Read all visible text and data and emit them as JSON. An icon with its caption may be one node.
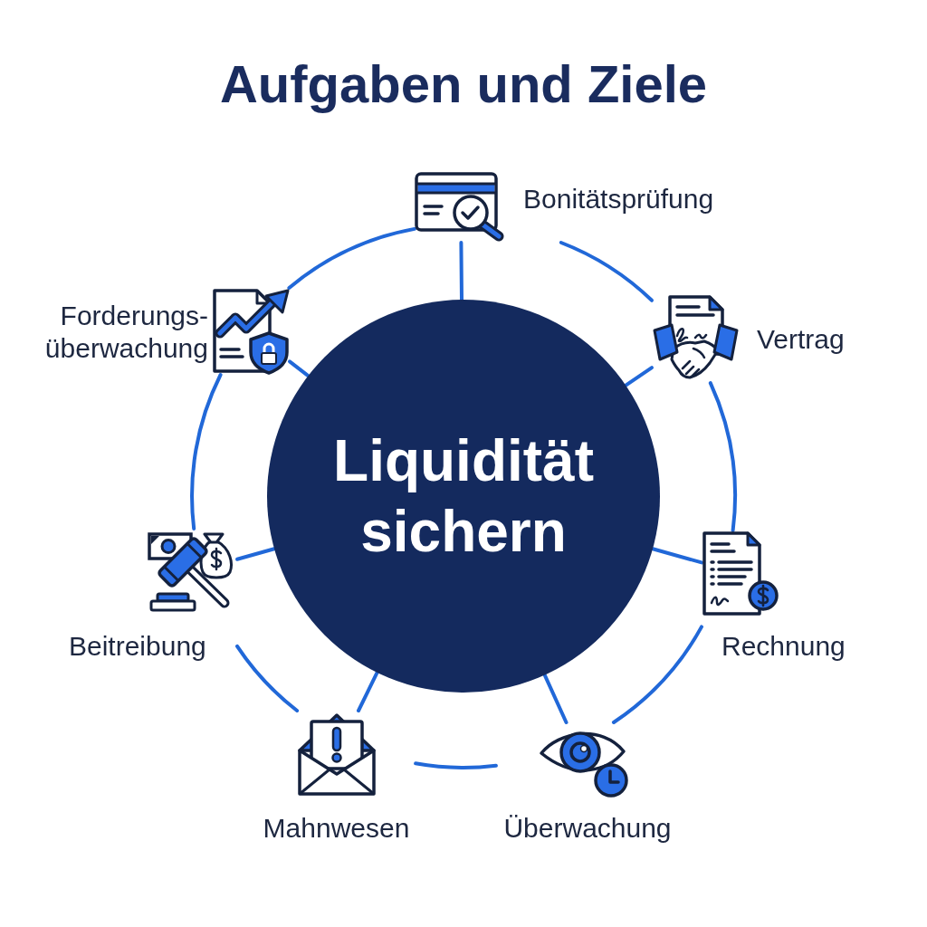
{
  "diagram": {
    "title": "Aufgaben und Ziele",
    "nodes": [
      {
        "text": [
          "Liquidität sichern"
        ]
      },
      {
        "text": [
          "Bonitätsprüfung"
        ]
      },
      {
        "text": [
          "Vertrag"
        ]
      },
      {
        "text": [
          "Rechnung"
        ]
      },
      {
        "text": [
          "Überwachung"
        ]
      },
      {
        "text": [
          "Mahnwesen"
        ]
      },
      {
        "text": [
          "Beitreibung"
        ]
      },
      {
        "text": [
          "Forderungs- überwachung"
        ]
      }
    ],
    "edges": [
      {
        "from": 1,
        "to": 2,
        "arrow": "none"
      },
      {
        "from": 2,
        "to": 3,
        "arrow": "none"
      },
      {
        "from": 3,
        "to": 4,
        "arrow": "none"
      },
      {
        "from": 4,
        "to": 5,
        "arrow": "none"
      },
      {
        "from": 5,
        "to": 6,
        "arrow": "none"
      },
      {
        "from": 6,
        "to": 7,
        "arrow": "none"
      },
      {
        "from": 7,
        "to": 1,
        "arrow": "none"
      },
      {
        "from": 0,
        "to": 1,
        "arrow": "none"
      },
      {
        "from": 0,
        "to": 2,
        "arrow": "none"
      },
      {
        "from": 0,
        "to": 3,
        "arrow": "none"
      },
      {
        "from": 0,
        "to": 4,
        "arrow": "none"
      },
      {
        "from": 0,
        "to": 5,
        "arrow": "none"
      },
      {
        "from": 0,
        "to": 6,
        "arrow": "none"
      },
      {
        "from": 0,
        "to": 7,
        "arrow": "none"
      }
    ]
  }
}
